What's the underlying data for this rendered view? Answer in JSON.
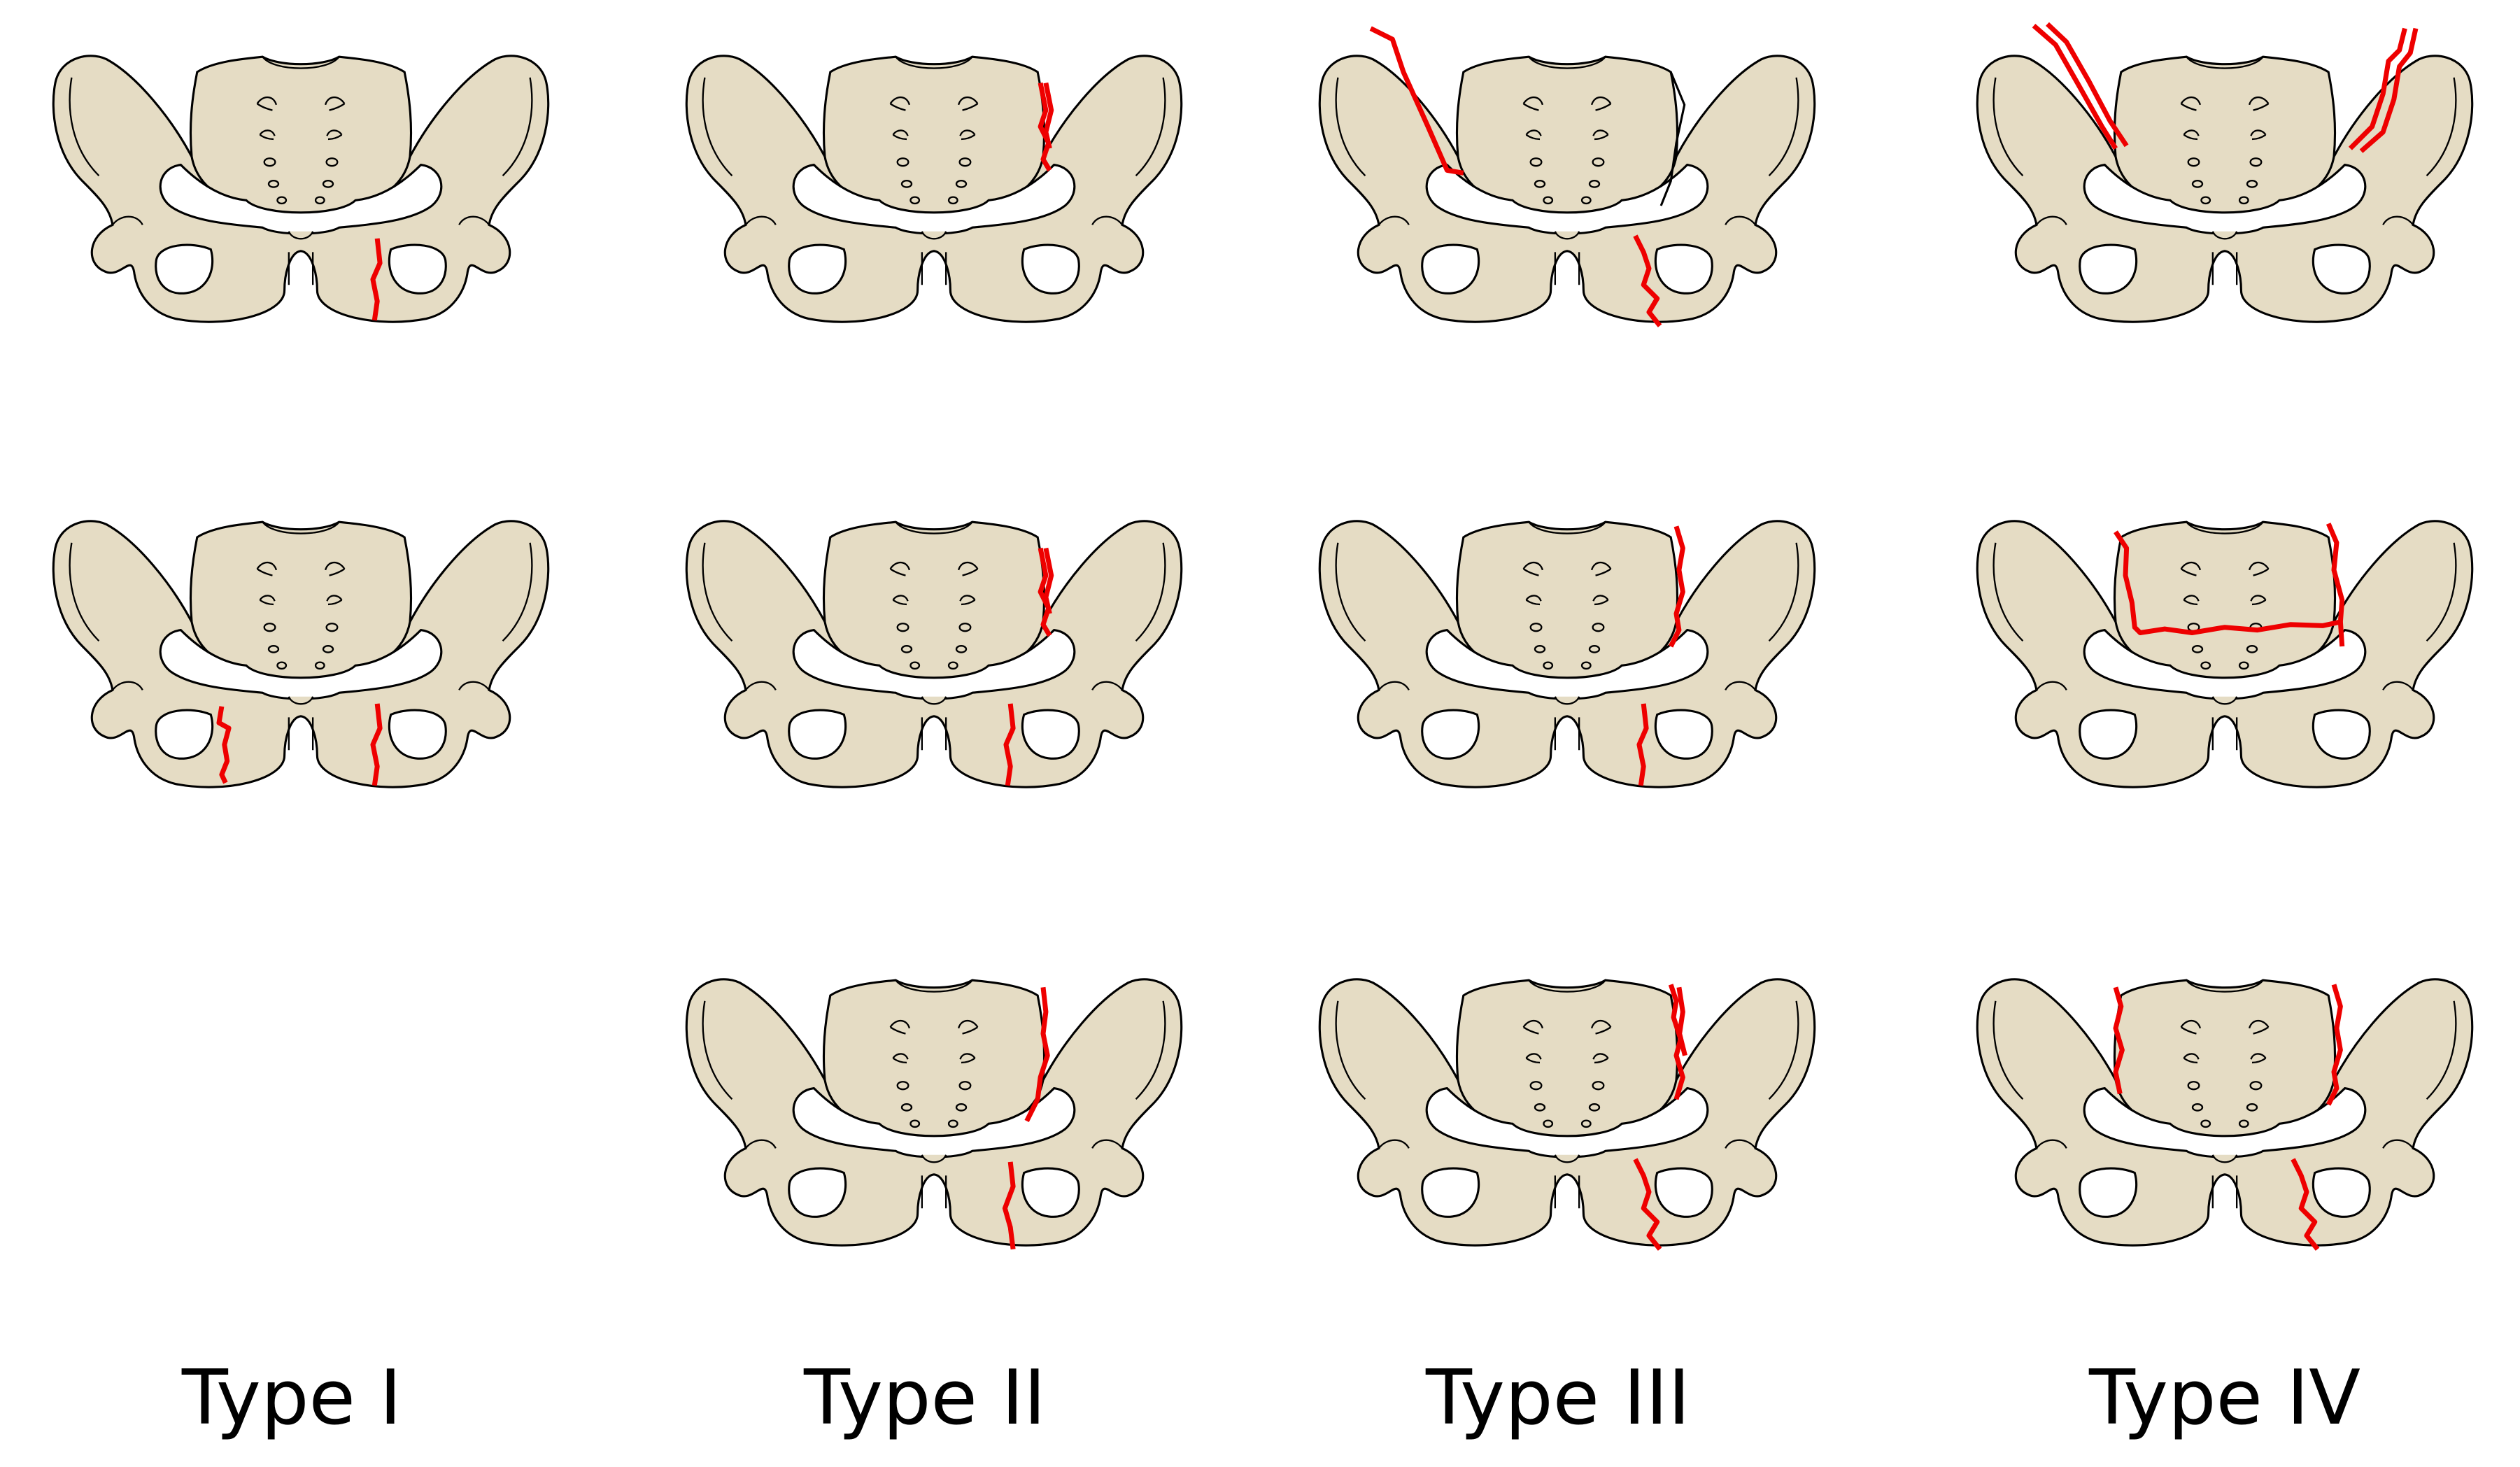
{
  "colors": {
    "bone_fill": "#e5dcc4",
    "outline": "#000000",
    "fracture": "#ee0000",
    "background": "#ffffff"
  },
  "columns": [
    {
      "label": "Type I",
      "pelves": [
        {
          "fractures": [
            "pubic-right"
          ]
        },
        {
          "fractures": [
            "pubic-left",
            "pubic-right"
          ]
        }
      ]
    },
    {
      "label": "Type II",
      "pelves": [
        {
          "fractures": [
            "si-right-partial"
          ]
        },
        {
          "fractures": [
            "si-right-partial",
            "pubic-right"
          ]
        },
        {
          "fractures": [
            "si-right-long",
            "pubic-right-long"
          ]
        }
      ]
    },
    {
      "label": "Type III",
      "pelves": [
        {
          "fractures": [
            "iliac-left-crest",
            "pubic-right-zigzag",
            "si-right-gap"
          ]
        },
        {
          "fractures": [
            "si-right-full",
            "pubic-right"
          ]
        },
        {
          "fractures": [
            "si-right-double",
            "pubic-right-zigzag"
          ]
        }
      ]
    },
    {
      "label": "Type IV",
      "pelves": [
        {
          "fractures": [
            "iliac-left-double",
            "iliac-right-double"
          ]
        },
        {
          "fractures": [
            "sacrum-h-shape"
          ]
        },
        {
          "fractures": [
            "si-left-full",
            "si-right-full",
            "pubic-right-zigzag"
          ]
        }
      ]
    }
  ]
}
